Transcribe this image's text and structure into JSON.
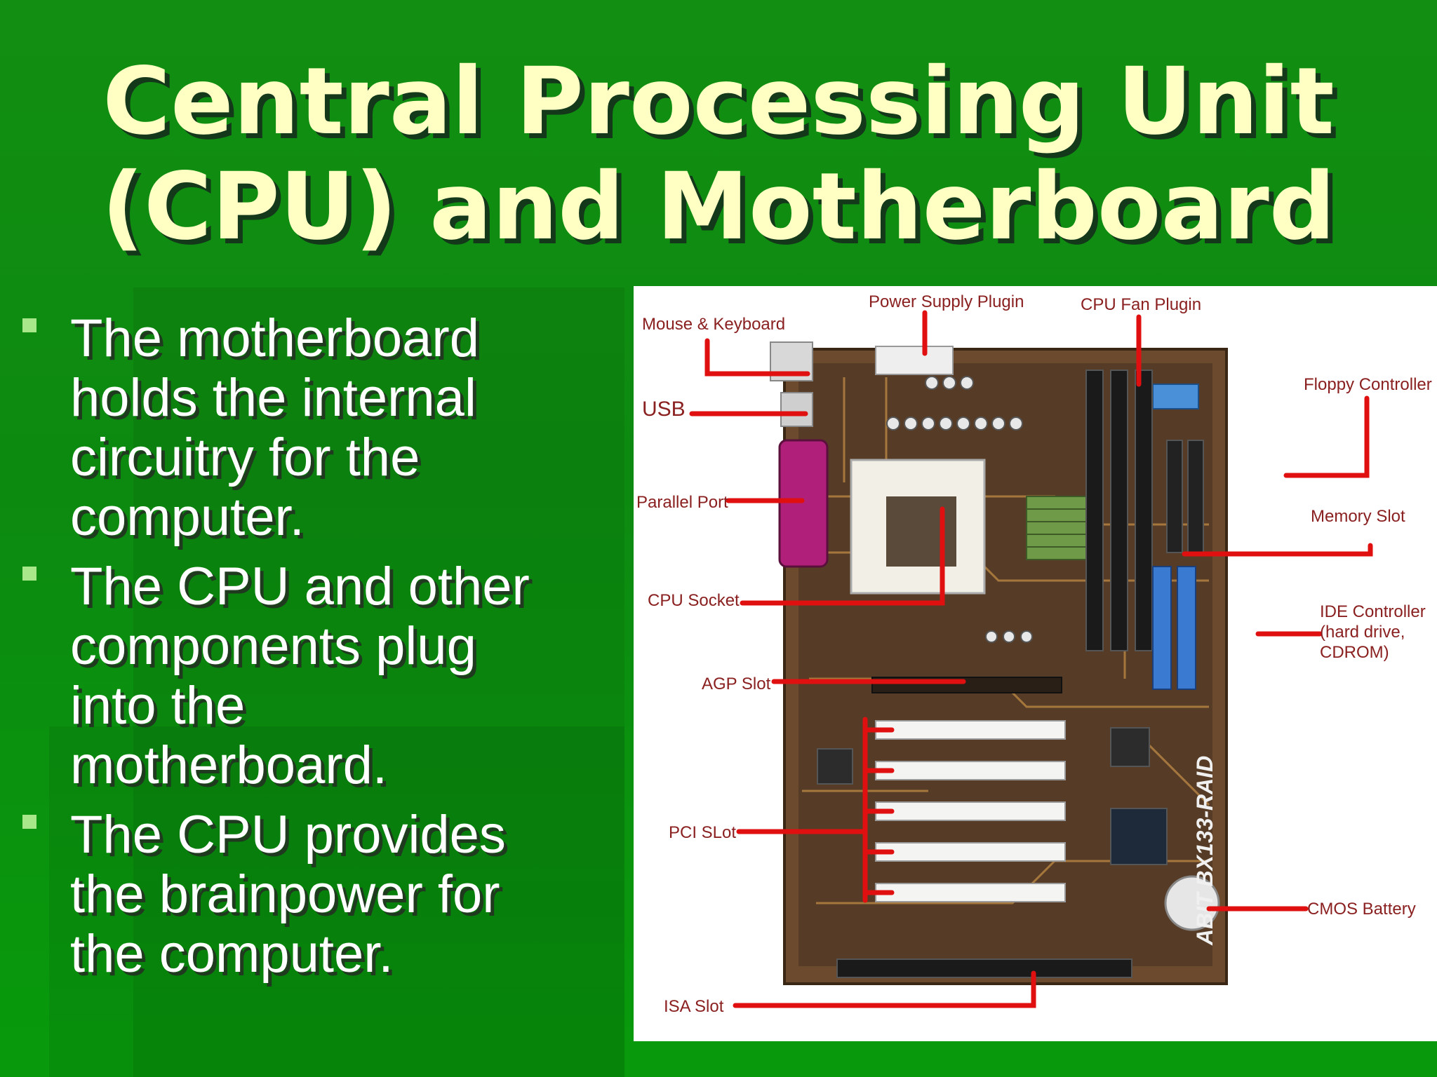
{
  "slide": {
    "title_lines": [
      "Central Processing Unit",
      "(CPU) and Motherboard"
    ],
    "bullets": [
      "The motherboard\nholds the internal\ncircuitry for the\ncomputer.",
      "The CPU and other\ncomponents  plug\ninto the\nmotherboard.",
      "The CPU provides\nthe brainpower for\nthe computer."
    ]
  },
  "diagram": {
    "labels": {
      "mouse_keyboard": "Mouse & Keyboard",
      "power_supply": "Power Supply Plugin",
      "cpu_fan": "CPU Fan Plugin",
      "usb": "USB",
      "floppy": "Floppy Controller",
      "parallel": "Parallel Port",
      "memory": "Memory Slot",
      "cpu_socket": "CPU Socket",
      "ide_1": "IDE Controller",
      "ide_2": "(hard drive,",
      "ide_3": "CDROM)",
      "agp": "AGP Slot",
      "pci": "PCI SLot",
      "cmos": "CMOS Battery",
      "isa": "ISA Slot"
    },
    "board_text": "ABIT BX133-RAID",
    "colors": {
      "leader_line": "#e01010",
      "board": "#6b4a2e",
      "trace": "#c89048"
    }
  }
}
